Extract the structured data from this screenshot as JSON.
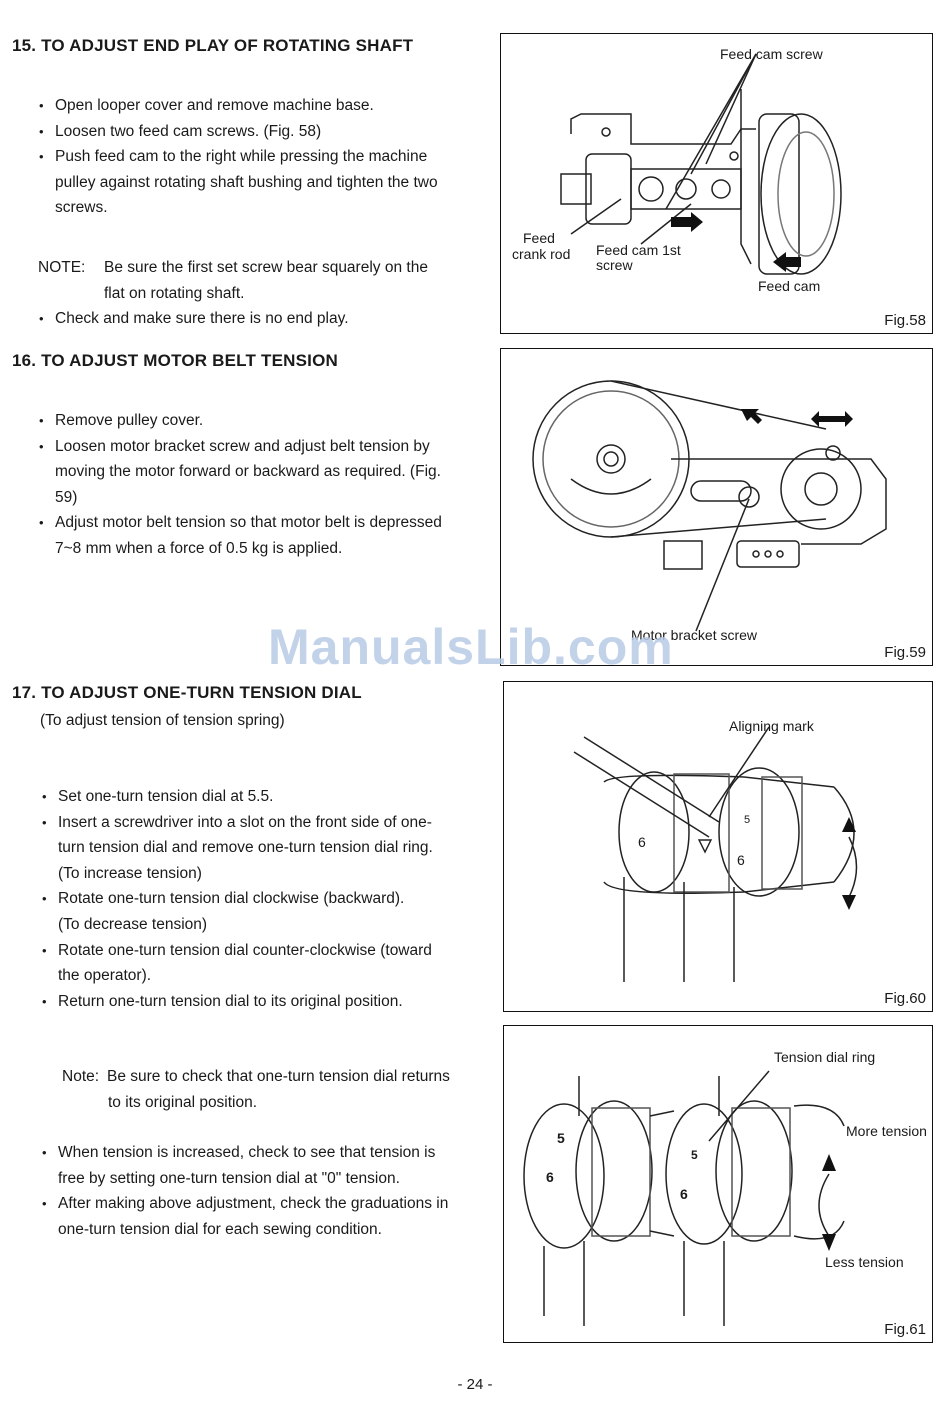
{
  "sections": [
    {
      "heading": "15. TO ADJUST END PLAY OF ROTATING SHAFT",
      "bullets": [
        "Open looper cover and remove machine base.",
        "Loosen two feed cam screws. (Fig. 58)",
        "Push feed cam to the right while pressing the machine pulley against rotating shaft bushing and tighten the two screws."
      ],
      "note_label": "NOTE:",
      "note_text": "Be sure the first set screw bear squarely on the flat on rotating shaft.",
      "bullets_after": [
        "Check and make sure there is no end play."
      ]
    },
    {
      "heading": "16. TO ADJUST MOTOR BELT TENSION",
      "bullets": [
        "Remove pulley cover.",
        "Loosen motor bracket screw and adjust belt tension by moving the motor forward or backward as required. (Fig. 59)",
        "Adjust motor belt tension so that motor belt is depressed 7~8 mm when a force of 0.5 kg is applied."
      ]
    },
    {
      "heading": "17. TO ADJUST ONE-TURN TENSION DIAL",
      "subheading": "(To adjust tension of tension spring)",
      "bullets": [
        "Set one-turn tension dial at 5.5.",
        "Insert a screwdriver into a slot on the front side of one-turn tension dial and remove one-turn tension dial ring.",
        "Rotate one-turn tension dial clockwise (backward).",
        "Rotate one-turn tension dial counter-clockwise (toward the operator).",
        "Return one-turn tension dial to its original position."
      ],
      "increase_label": "(To increase tension)",
      "decrease_label": "(To decrease tension)",
      "note_label": "Note:",
      "note_text": "Be sure to check that one-turn tension dial returns to its original position.",
      "bullets_after": [
        "When tension is increased, check to see that tension is free by setting one-turn tension dial at \"0\" tension.",
        "After making above adjustment, check the graduations in one-turn tension dial for each sewing condition."
      ]
    }
  ],
  "figures": {
    "fig58": {
      "number": "Fig.58",
      "labels": {
        "feed_cam_screw": "Feed cam screw",
        "feed_crank_rod_1": "Feed",
        "feed_crank_rod_2": "crank rod",
        "feed_cam_1st_screw_1": "Feed cam 1st",
        "feed_cam_1st_screw_2": "screw",
        "feed_cam": "Feed cam"
      }
    },
    "fig59": {
      "number": "Fig.59",
      "labels": {
        "motor_bracket_screw": "Motor bracket screw"
      }
    },
    "fig60": {
      "number": "Fig.60",
      "labels": {
        "aligning_mark": "Aligning mark",
        "dial_5": "5",
        "dial_6a": "6",
        "dial_6b": "6"
      }
    },
    "fig61": {
      "number": "Fig.61",
      "labels": {
        "tension_dial_ring": "Tension dial ring",
        "more_tension": "More tension",
        "less_tension": "Less tension",
        "d5a": "5",
        "d6a": "6",
        "d5b": "5",
        "d6b": "6"
      }
    }
  },
  "watermark": "ManualsLib.com",
  "page_number": "- 24 -"
}
